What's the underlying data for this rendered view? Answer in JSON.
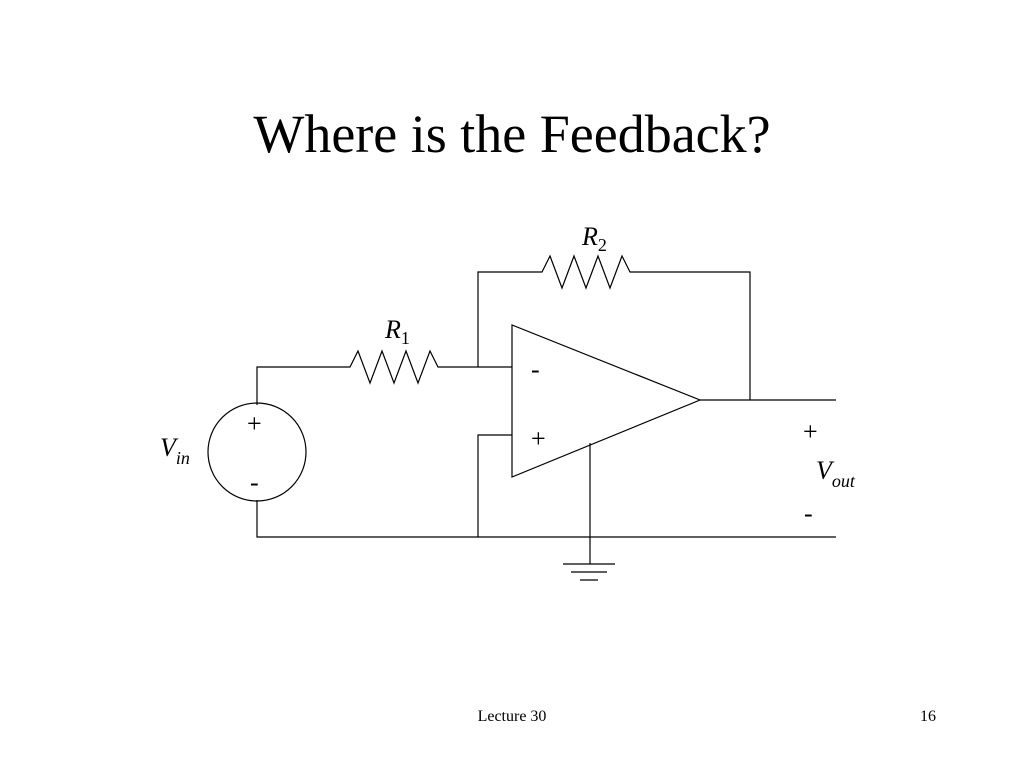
{
  "slide": {
    "title": "Where is the Feedback?",
    "footer": "Lecture 30",
    "page_number": "16"
  },
  "circuit": {
    "r2": {
      "letter": "R",
      "sub": "2"
    },
    "r1": {
      "letter": "R",
      "sub": "1"
    },
    "vin": {
      "letter": "V",
      "sub": "in"
    },
    "vout": {
      "letter": "V",
      "sub": "out"
    },
    "opamp_inverting_sign": "-",
    "opamp_noninverting_sign": "+",
    "source_plus": "+",
    "source_minus": "-",
    "output_plus": "+",
    "output_minus": "-"
  }
}
